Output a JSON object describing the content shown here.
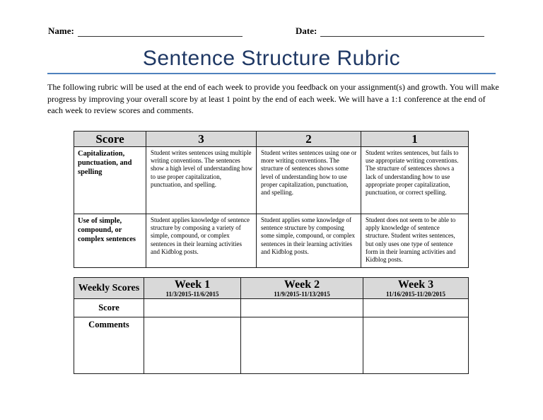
{
  "page": {
    "name_label": "Name:",
    "date_label": "Date:",
    "title": "Sentence Structure Rubric",
    "intro": "The following rubric will be used at the end of each week to provide you feedback on your assignment(s) and growth. You will make progress by improving your overall score by at least 1 point by the end of each week. We will have a 1:1 conference at the end of each week to review scores and comments."
  },
  "rubric_table": {
    "headers": [
      "Score",
      "3",
      "2",
      "1"
    ],
    "rows": [
      {
        "criterion": "Capitalization, punctuation, and spelling",
        "level_3": "Student writes sentences using multiple writing conventions. The sentences show a high level of understanding how to use proper capitalization, punctuation, and spelling.",
        "level_2": "Student writes sentences using one or more writing conventions. The structure of sentences shows some level of understanding how to use proper capitalization, punctuation, and spelling.",
        "level_1": "Student writes sentences, but fails to use appropriate writing conventions. The structure of sentences shows a lack of understanding how to use appropriate proper capitalization, punctuation, or correct spelling."
      },
      {
        "criterion": "Use of simple, compound, or complex sentences",
        "level_3": "Student applies knowledge of sentence structure by composing a variety of simple, compound, or complex sentences in their learning activities and Kidblog posts.",
        "level_2": "Student applies some knowledge of sentence structure by composing some simple, compound, or complex sentences in their learning activities and Kidblog posts.",
        "level_1": "Student does not seem to be able to apply knowledge of sentence structure. Student writes sentences, but only uses one type of sentence form in their learning activities and Kidblog posts."
      }
    ]
  },
  "weekly_table": {
    "corner_label": "Weekly Scores",
    "weeks": [
      {
        "label": "Week 1",
        "dates": "11/3/2015-11/6/2015"
      },
      {
        "label": "Week 2",
        "dates": "11/9/2015-11/13/2015"
      },
      {
        "label": "Week 3",
        "dates": "11/16/2015-11/20/2015"
      }
    ],
    "row_labels": [
      "Score",
      "Comments"
    ]
  },
  "colors": {
    "title": "#1F3864",
    "rule": "#4F81BD",
    "header_fill": "#D9D9D9"
  }
}
